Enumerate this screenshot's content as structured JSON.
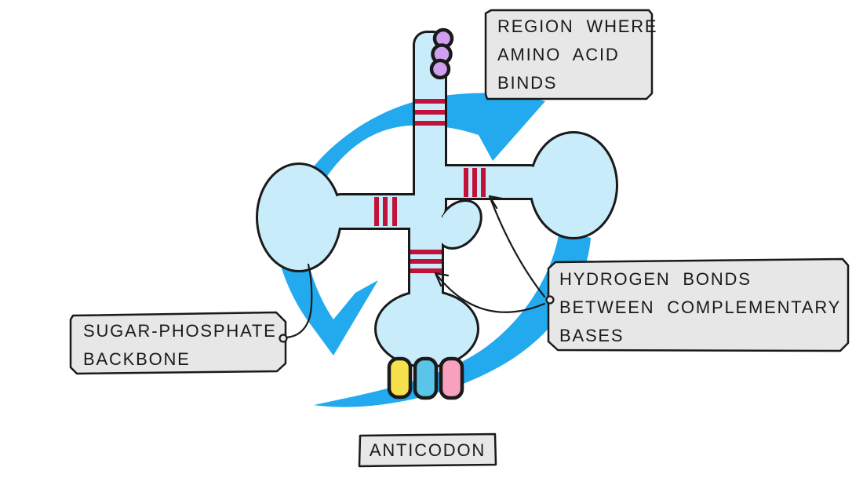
{
  "labels": {
    "region": {
      "lines": [
        "REGION WHERE",
        "AMINO ACID",
        "BINDS"
      ]
    },
    "hydrogen": {
      "lines": [
        "HYDROGEN BONDS",
        "BETWEEN COMPLEMENTARY",
        "BASES"
      ]
    },
    "sugar": {
      "lines": [
        "SUGAR-PHOSPHATE",
        "BACKBONE"
      ]
    },
    "anticodon": {
      "lines": [
        "ANTICODON"
      ]
    }
  },
  "colors": {
    "background": "#FFFFFF",
    "trna_body": "#C9ECFB",
    "outline": "#1a1a1a",
    "ring": "#22A9EE",
    "bond_red": "#C2123A",
    "amino_purple": "#CFA0EF",
    "base_yellow": "#F6E04E",
    "base_blue": "#5BC5E9",
    "base_pink": "#F8A0BD",
    "label_bg": "#E7E7E7",
    "label_border": "#1a1a1a",
    "text": "#1a1a1a"
  },
  "diagram": {
    "hydrogen_bond_groups": 4,
    "bonds_per_group": 3,
    "amino_acid_units": 3,
    "anticodon_bases": 3,
    "anticodon_base_colors": [
      "yellow",
      "blue",
      "pink"
    ],
    "icons": {
      "connector": "small-circle-connector",
      "pointer": "thin-curved-arrow",
      "backbone": "circular-ribbon-arrow"
    }
  }
}
